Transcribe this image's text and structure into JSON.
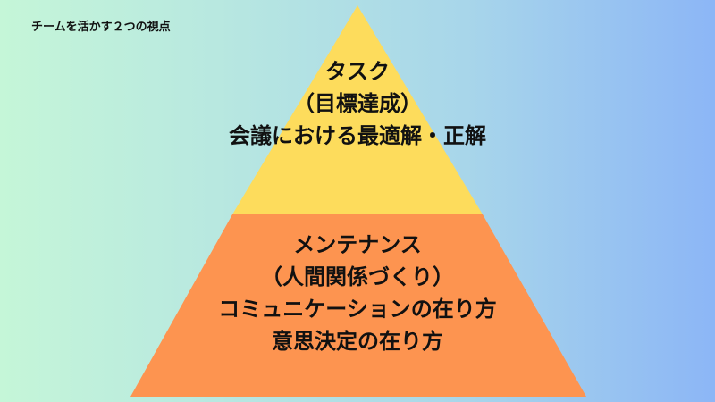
{
  "header": {
    "title": "チームを活かす２つの視点"
  },
  "pyramid": {
    "top": {
      "lines": [
        "タスク",
        "（目標達成）",
        "会議における最適解・正解"
      ],
      "color": "#fddc5c"
    },
    "bottom": {
      "lines": [
        "メンテナンス",
        "（人間関係づくり）",
        "コミュニケーションの在り方",
        "意思決定の在り方"
      ],
      "color": "#fd9450"
    }
  }
}
